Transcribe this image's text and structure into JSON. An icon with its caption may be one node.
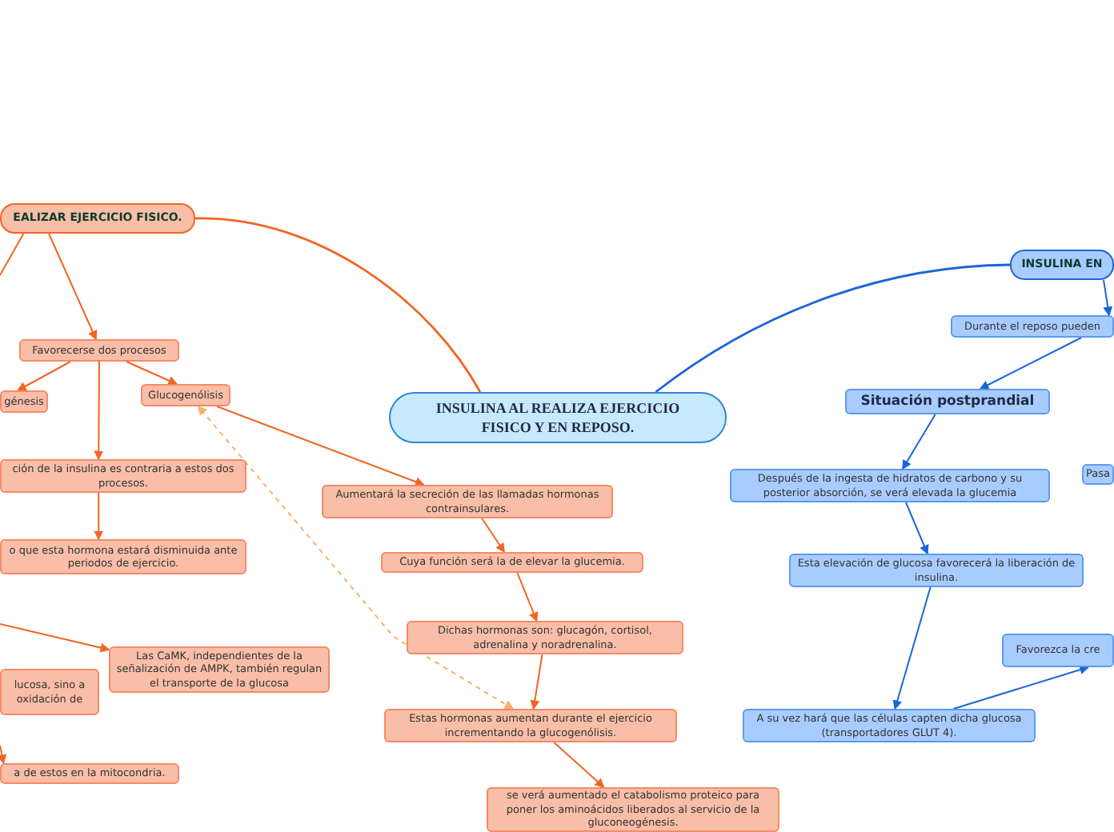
{
  "diagram": {
    "nodes": [
      {
        "text": [
          "INSULINA AL REALIZA EJERCICIO FISICO Y EN REPOSO."
        ]
      },
      {
        "text": [
          "EALIZAR EJERCICIO FISICO."
        ]
      },
      {
        "text": [
          "Favorecerse dos procesos"
        ]
      },
      {
        "text": [
          "génesis"
        ]
      },
      {
        "text": [
          "Glucogenólisis"
        ]
      },
      {
        "text": [
          "ción de la insulina es contraria a estos dos procesos."
        ]
      },
      {
        "text": [
          "o que esta hormona estará disminuida ante periodos de ejercicio."
        ]
      },
      {
        "text": [
          "Las CaMK, independientes de la señalización de AMPK, también regulan el transporte de la glucosa"
        ]
      },
      {
        "text": [
          "lucosa, sino a oxidación de"
        ]
      },
      {
        "text": [
          "a de estos en la mitocondria."
        ]
      },
      {
        "text": [
          "Aumentará la secreción de las llamadas hormonas contrainsulares."
        ]
      },
      {
        "text": [
          "Cuya función será la de elevar la glucemia."
        ]
      },
      {
        "text": [
          "Dichas hormonas son: glucagón, cortisol, adrenalina y noradrenalina."
        ]
      },
      {
        "text": [
          "Estas hormonas aumentan durante el ejercicio incrementando la glucogenólisis."
        ]
      },
      {
        "text": [
          "se verá aumentado el catabolismo proteico para poner los aminoácidos liberados al servicio de la gluconeogénesis."
        ]
      },
      {
        "text": [
          "INSULINA EN"
        ]
      },
      {
        "text": [
          "Durante el reposo pueden"
        ]
      },
      {
        "text": [
          "Situación postprandial"
        ]
      },
      {
        "text": [
          "Después de la ingesta de hidratos de carbono y su posterior absorción, se verá elevada la glucemia"
        ]
      },
      {
        "text": [
          "Pasa"
        ]
      },
      {
        "text": [
          "Esta elevación de glucosa favorecerá la liberación de insulina."
        ]
      },
      {
        "text": [
          "Favorezca la cre"
        ]
      },
      {
        "text": [
          "A su vez hará que las células capten dicha glucosa (transportadores GLUT 4)."
        ]
      }
    ],
    "edges": [
      {
        "from": 0,
        "to": 1,
        "arrow": "none"
      },
      {
        "from": 0,
        "to": 15,
        "arrow": "none",
        "color": "#1a66d9"
      },
      {
        "from": 1,
        "to": 2,
        "arrow": "to"
      },
      {
        "from": 1,
        "to": null,
        "arrow": "none"
      },
      {
        "from": 2,
        "to": 3,
        "arrow": "to"
      },
      {
        "from": 2,
        "to": 4,
        "arrow": "to"
      },
      {
        "from": 2,
        "to": 5,
        "arrow": "to"
      },
      {
        "from": 5,
        "to": 6,
        "arrow": "to"
      },
      {
        "from": null,
        "to": 7,
        "arrow": "to"
      },
      {
        "from": null,
        "to": 9,
        "arrow": "to"
      },
      {
        "from": 4,
        "to": 10,
        "arrow": "to"
      },
      {
        "from": 13,
        "to": 4,
        "arrow": "both",
        "style": "dashed",
        "color": "#f7b26b"
      },
      {
        "from": 10,
        "to": 11,
        "arrow": "to"
      },
      {
        "from": 11,
        "to": 12,
        "arrow": "to"
      },
      {
        "from": 12,
        "to": 13,
        "arrow": "to"
      },
      {
        "from": 13,
        "to": 14,
        "arrow": "to"
      },
      {
        "from": 15,
        "to": 16,
        "arrow": "to",
        "color": "#1a66d9"
      },
      {
        "from": 16,
        "to": 17,
        "arrow": "to",
        "color": "#1a66d9"
      },
      {
        "from": 17,
        "to": 18,
        "arrow": "to",
        "color": "#1a66d9"
      },
      {
        "from": 18,
        "to": 20,
        "arrow": "to",
        "color": "#1a66d9"
      },
      {
        "from": 20,
        "to": 22,
        "arrow": "to",
        "color": "#1a66d9"
      },
      {
        "from": 22,
        "to": 21,
        "arrow": "to",
        "color": "#1a66d9"
      }
    ]
  }
}
